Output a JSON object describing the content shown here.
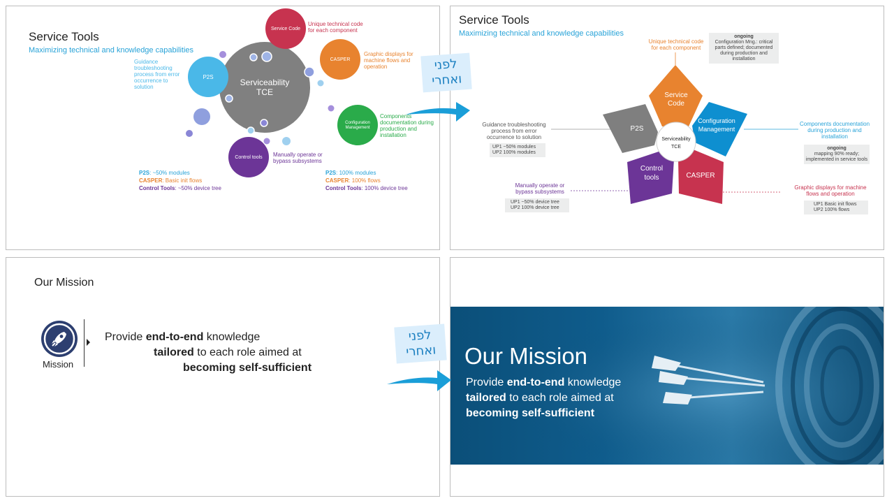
{
  "top_left": {
    "title": "Service Tools",
    "subtitle": "Maximizing technical and knowledge capabilities",
    "center_line1": "Serviceability",
    "center_line2": "TCE",
    "bubbles": {
      "service_code": "Service Code",
      "casper": "CASPER",
      "config_line1": "Configuration",
      "config_line2": "Management",
      "control_tools": "Control tools",
      "p2s": "P2S"
    },
    "desc": {
      "service_code": "Unique technical code for each component",
      "casper": "Graphic displays for machine flows and operation",
      "config": "Components documentation during production and installation",
      "control": "Manually operate or bypass subsystems",
      "p2s": "Guidance troubleshooting process from error occurrence to solution"
    },
    "legend_left": [
      {
        "key": "P2S",
        "value": ": ~50% modules"
      },
      {
        "key": "CASPER",
        "value": ": Basic init flows"
      },
      {
        "key": "Control Tools",
        "value": ": ~50% device tree"
      }
    ],
    "legend_right": [
      {
        "key": "P2S",
        "value": ": 100% modules"
      },
      {
        "key": "CASPER",
        "value": ": 100% flows"
      },
      {
        "key": "Control Tools",
        "value": ": 100% device tree"
      }
    ]
  },
  "sticker_top": {
    "line1": "לפני",
    "line2": "ואחרי"
  },
  "sticker_bottom": {
    "line1": "לפני",
    "line2": "ואחרי"
  },
  "top_right": {
    "title": "Service Tools",
    "subtitle": "Maximizing technical and knowledge capabilities",
    "center_line1": "Serviceability",
    "center_line2": "TCE",
    "petals": {
      "service_code_1": "Service",
      "service_code_2": "Code",
      "config_1": "Configuration",
      "config_2": "Management",
      "casper": "CASPER",
      "control_1": "Control",
      "control_2": "tools",
      "p2s": "P2S"
    },
    "desc": {
      "service_code": "Unique technical code for each component",
      "config": "Components documentation during production and installation",
      "casper": "Graphic displays for machine flows and operation",
      "control": "Manually operate or bypass subsystems",
      "p2s": "Guidance troubleshooting process from error occurrence to solution"
    },
    "status": {
      "service_head": "ongoing",
      "service_body": "Configuration Mng.: critical parts defined; documented during production and installation",
      "config_head": "ongoing",
      "config_body": "mapping 90% ready; implemented in service tools",
      "p2s_up1": "UP1 ~50% modules",
      "p2s_up2": "UP2 100% modules",
      "control_up1": "UP1 ~50% device tree",
      "control_up2": "UP2 100% device tree",
      "casper_up1": "UP1 Basic init flows",
      "casper_up2": "UP2 100% flows"
    }
  },
  "bottom_left": {
    "title": "Our Mission",
    "icon_label": "Mission",
    "line1_a": "Provide ",
    "line1_b": "end-to-end",
    "line1_c": " knowledge",
    "line2_a": "tailored",
    "line2_b": " to each role aimed at",
    "line3": "becoming self-sufficient"
  },
  "bottom_right": {
    "title": "Our Mission",
    "line1_a": "Provide ",
    "line1_b": "end-to-end",
    "line1_c": " knowledge",
    "line2_a": "tailored",
    "line2_b": " to each role aimed at",
    "line3": "becoming self-sufficient"
  },
  "colors": {
    "service_code": "#c7334f",
    "casper": "#e8832f",
    "config": "#2aab4a",
    "control": "#6c3597",
    "p2s": "#4ab8e8",
    "tce": "#808080",
    "accent": "#29a3d8"
  }
}
